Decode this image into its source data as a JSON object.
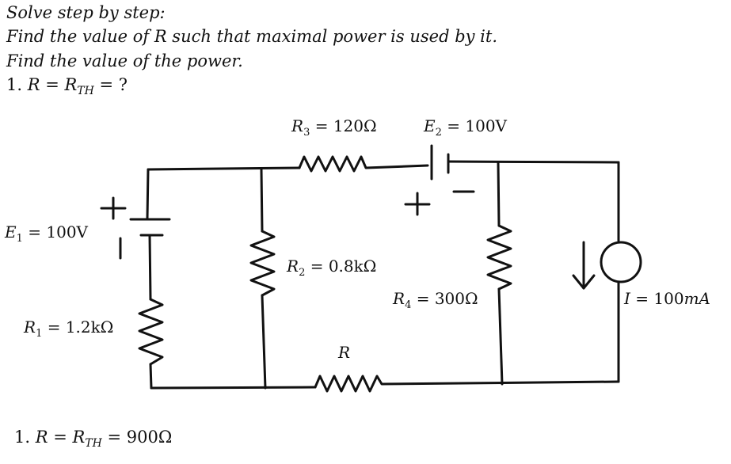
{
  "question": {
    "line1": "Solve step by step:",
    "line2": "Find the value of R such that maximal power is used by it.",
    "line3": "Find the value of the power.",
    "line4_prefix": "1. ",
    "line4_r": "R",
    "line4_eq": " = ",
    "line4_rth": "R",
    "line4_rth_sub": "TH",
    "line4_tail": " = ?"
  },
  "labels": {
    "r3": "R",
    "r3_sub": "3",
    "r3_val": " = 120Ω",
    "e2": "E",
    "e2_sub": "2",
    "e2_val": " = 100V",
    "e1": "E",
    "e1_sub": "1",
    "e1_val": " = 100V",
    "r2": "R",
    "r2_sub": "2",
    "r2_val": " = 0.8kΩ",
    "r4": "R",
    "r4_sub": "4",
    "r4_val": " = 300Ω",
    "r1": "R",
    "r1_sub": "1",
    "r1_val": " = 1.2kΩ",
    "r": "R",
    "i": "I",
    "i_val": " = 100",
    "i_unit": "mA",
    "plus": "+",
    "minus": "−"
  },
  "answer": {
    "prefix": "1. ",
    "r": "R",
    "eq": " = ",
    "rth": "R",
    "rth_sub": "TH",
    "tail": " =  900Ω"
  }
}
